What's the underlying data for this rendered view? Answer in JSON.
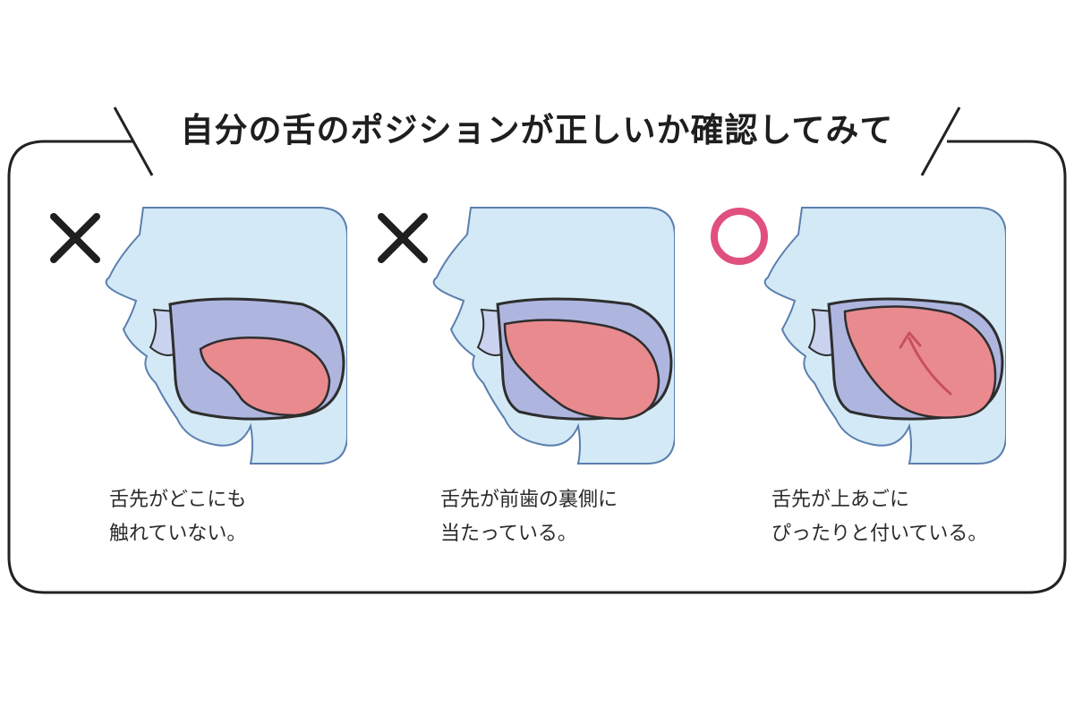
{
  "title": "自分の舌のポジションが正しいか確認してみて",
  "panels": [
    {
      "mark": "cross-icon",
      "mark_color": "#1f1f1f",
      "caption_lines": [
        "舌先がどこにも",
        "触れていない。"
      ]
    },
    {
      "mark": "circle-icon",
      "mark_color": "#1f1f1f",
      "caption_lines": [
        "舌先が前歯の裏側に",
        "当たっている。"
      ]
    },
    {
      "mark": "circle-icon",
      "mark_color": "#e0507e",
      "caption_lines": [
        "舌先が上あごに",
        "ぴったりと付いている。"
      ]
    }
  ],
  "colors": {
    "frame": "#222222",
    "skin": "#d4e9f6",
    "mouth": "#aeb6e0",
    "tongue": "#e98a8f",
    "correct_mark": "#e0507e",
    "wrong_mark": "#1f1f1f"
  }
}
